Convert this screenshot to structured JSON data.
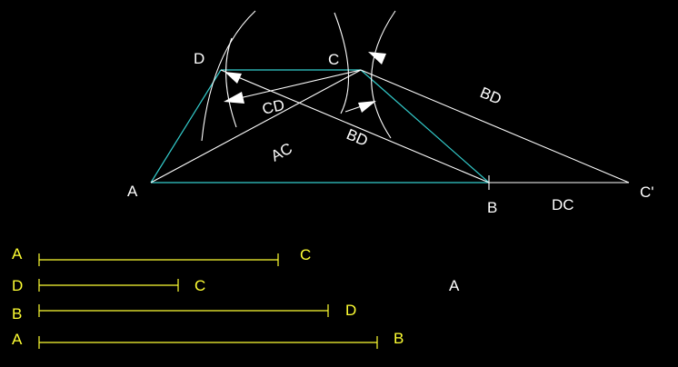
{
  "colors": {
    "background": "#000000",
    "construction": "#ffffff",
    "trapezoid": "#33cccc",
    "segments": "#ffff33"
  },
  "points": {
    "a": "A",
    "b": "B",
    "c": "C",
    "d": "D",
    "c_prime": "C'"
  },
  "dimensions": {
    "cd": "CD",
    "ac": "AC",
    "bd_inner": "BD",
    "bd_outer": "BD",
    "dc": "DC"
  },
  "given_segments": [
    {
      "start": "A",
      "end": "C"
    },
    {
      "start": "D",
      "end": "C"
    },
    {
      "start": "B",
      "end": "D"
    },
    {
      "start": "A",
      "end": "B"
    }
  ],
  "stray_label": "A"
}
